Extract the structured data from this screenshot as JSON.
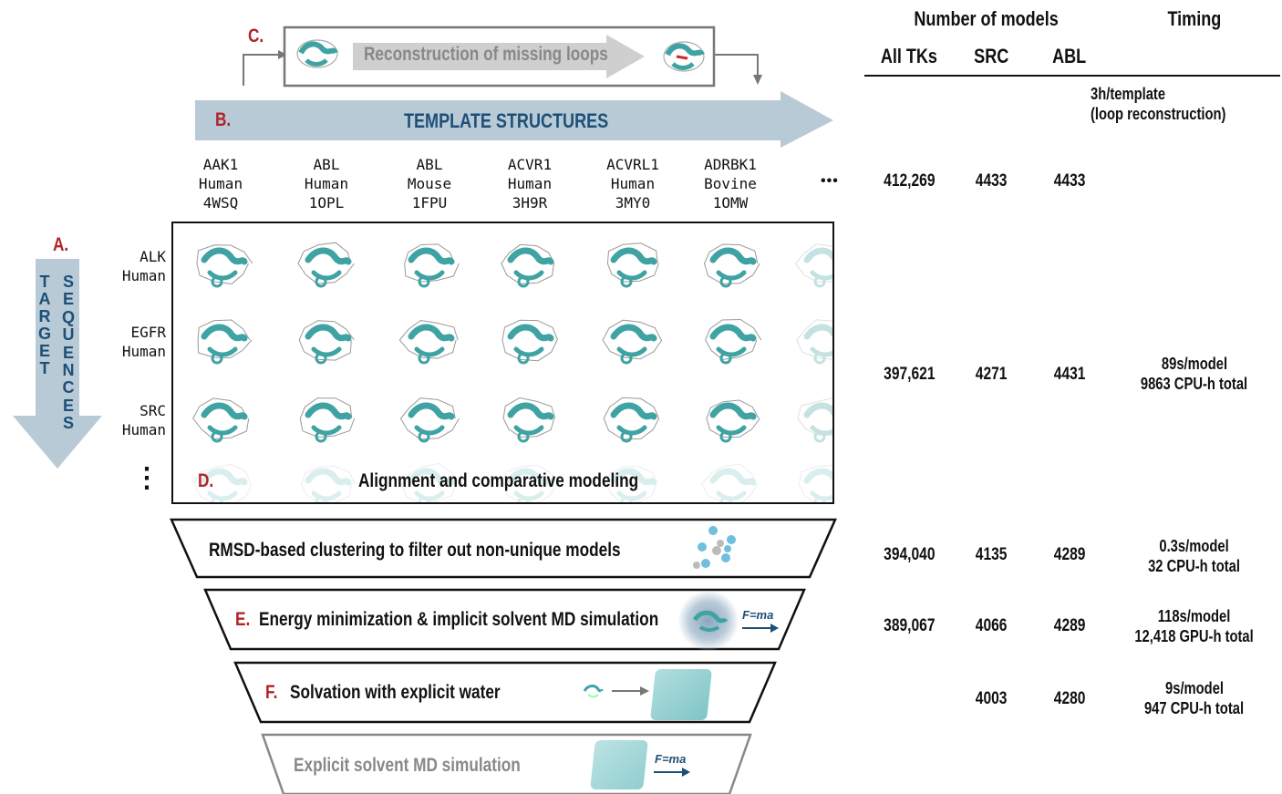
{
  "labels": {
    "a": "A.",
    "b": "B.",
    "c": "C.",
    "d": "D.",
    "e": "E.",
    "f": "F."
  },
  "loop_reconstruction": "Reconstruction of missing loops",
  "template_structures": "TEMPLATE STRUCTURES",
  "target_sequences_col1": [
    "T",
    "A",
    "R",
    "G",
    "E",
    "T"
  ],
  "target_sequences_col2": [
    "S",
    "E",
    "Q",
    "U",
    "E",
    "N",
    "C",
    "E",
    "S"
  ],
  "templates": [
    {
      "name": "AAK1",
      "species": "Human",
      "pdb": "4WSQ"
    },
    {
      "name": "ABL",
      "species": "Human",
      "pdb": "1OPL"
    },
    {
      "name": "ABL",
      "species": "Mouse",
      "pdb": "1FPU"
    },
    {
      "name": "ACVR1",
      "species": "Human",
      "pdb": "3H9R"
    },
    {
      "name": "ACVRL1",
      "species": "Human",
      "pdb": "3MY0"
    },
    {
      "name": "ADRBK1",
      "species": "Bovine",
      "pdb": "1OMW"
    }
  ],
  "templates_ellipsis": "•••",
  "targets": [
    {
      "name": "ALK",
      "species": "Human"
    },
    {
      "name": "EGFR",
      "species": "Human"
    },
    {
      "name": "SRC",
      "species": "Human"
    }
  ],
  "targets_ellipsis": "⋮",
  "alignment_label": "Alignment and comparative modeling",
  "stages": {
    "clustering": "RMSD-based clustering to filter out non-unique models",
    "energy": "Energy minimization & implicit solvent MD simulation",
    "solvation": "Solvation with explicit water",
    "explicit_md": "Explicit solvent MD simulation"
  },
  "fma": "F=ma",
  "table": {
    "group_header": "Number of models",
    "timing_header": "Timing",
    "columns": [
      "All TKs",
      "SRC",
      "ABL"
    ],
    "rows": [
      {
        "all": "412,269",
        "src": "4433",
        "abl": "4433",
        "timing": [
          "3h/template",
          "(loop reconstruction)"
        ]
      },
      {
        "all": "397,621",
        "src": "4271",
        "abl": "4431",
        "timing": [
          "89s/model",
          "9863 CPU-h total"
        ]
      },
      {
        "all": "394,040",
        "src": "4135",
        "abl": "4289",
        "timing": [
          "0.3s/model",
          "32 CPU-h total"
        ]
      },
      {
        "all": "389,067",
        "src": "4066",
        "abl": "4289",
        "timing": [
          "118s/model",
          "12,418 GPU-h total"
        ]
      },
      {
        "all": "",
        "src": "4003",
        "abl": "4280",
        "timing": [
          "9s/model",
          "947 CPU-h total"
        ]
      }
    ]
  },
  "colors": {
    "arrow_blue": "#b7cad6",
    "label_red": "#b0242a",
    "template_text": "#1d4f77",
    "protein_teal": "#3fa3a3",
    "grey_arrow": "#cfcfcf"
  }
}
